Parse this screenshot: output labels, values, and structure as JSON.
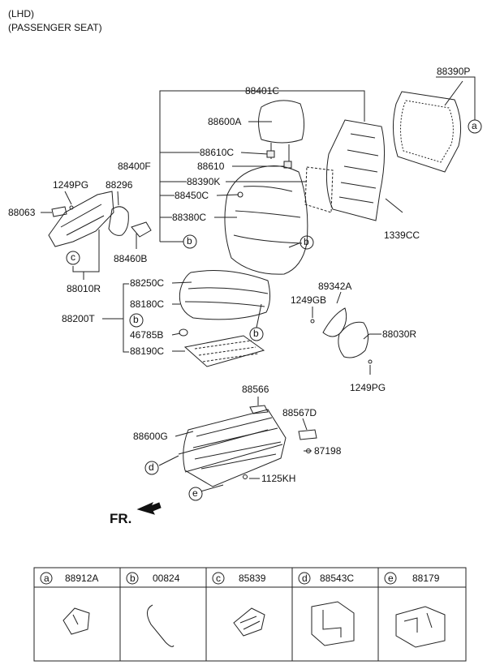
{
  "header": {
    "line1": "(LHD)",
    "line2": "(PASSENGER SEAT)"
  },
  "direction_label": "FR.",
  "callout_letters": {
    "a": "a",
    "b": "b",
    "c": "c",
    "d": "d",
    "e": "e"
  },
  "parts": {
    "p88390P": "88390P",
    "p88401C": "88401C",
    "p88600A": "88600A",
    "p88610C": "88610C",
    "p88400F": "88400F",
    "p88610": "88610",
    "p88390K": "88390K",
    "p88450C": "88450C",
    "p88380C": "88380C",
    "p1339CC": "1339CC",
    "p1249PG_top": "1249PG",
    "p88296": "88296",
    "p88063": "88063",
    "p88460B": "88460B",
    "p88010R": "88010R",
    "p88250C": "88250C",
    "p88180C": "88180C",
    "p88200T": "88200T",
    "p46785B": "46785B",
    "p88190C": "88190C",
    "p89342A": "89342A",
    "p1249GB": "1249GB",
    "p88030R": "88030R",
    "p1249PG_bot": "1249PG",
    "p88566": "88566",
    "p88567D": "88567D",
    "p88600G": "88600G",
    "p87198": "87198",
    "p1125KH": "1125KH"
  },
  "legend": [
    {
      "letter": "a",
      "part": "88912A"
    },
    {
      "letter": "b",
      "part": "00824"
    },
    {
      "letter": "c",
      "part": "85839"
    },
    {
      "letter": "d",
      "part": "88543C"
    },
    {
      "letter": "e",
      "part": "88179"
    }
  ]
}
